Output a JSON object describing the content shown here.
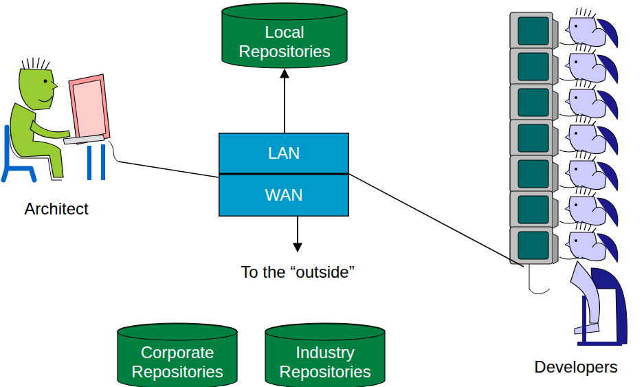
{
  "diagram": {
    "nodes": [
      {
        "text": [
          "Local Repositories"
        ]
      },
      {
        "text": [
          "LAN"
        ]
      },
      {
        "text": [
          "WAN"
        ]
      },
      {
        "text": [
          "Corporate Repositories"
        ]
      },
      {
        "text": [
          "Industry Repositories"
        ]
      }
    ],
    "edges": [
      {
        "from": 1,
        "to": 0,
        "arrow": "to"
      }
    ],
    "labels": [
      "Architect",
      "Developers",
      "To the “outside”"
    ]
  }
}
